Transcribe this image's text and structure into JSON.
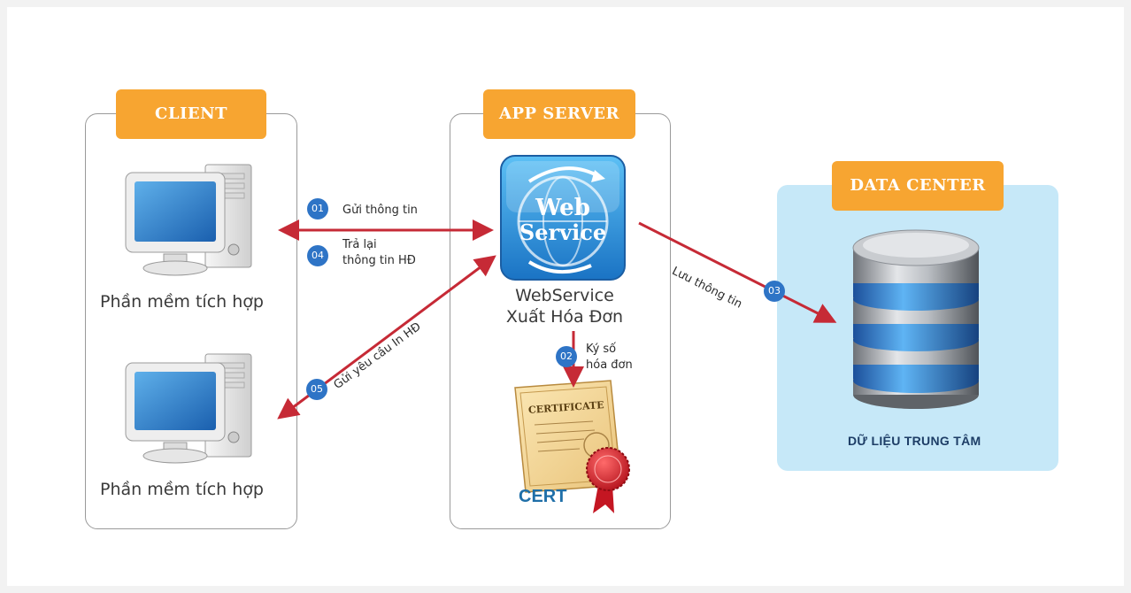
{
  "client": {
    "title": "CLIENT",
    "app1_label": "Phần mềm tích hợp",
    "app2_label": "Phần mềm tích hợp"
  },
  "app_server": {
    "title": "APP SERVER",
    "service_icon_text_line1": "Web",
    "service_icon_text_line2": "Service",
    "service_label_line1": "WebService",
    "service_label_line2": "Xuất Hóa Đơn",
    "cert_label": "CERT",
    "cert_heading": "CERTIFICATE"
  },
  "data_center": {
    "title": "DATA CENTER",
    "db_label": "DỮ LIỆU TRUNG TÂM"
  },
  "steps": [
    {
      "num": "01",
      "text": "Gửi thông tin"
    },
    {
      "num": "02",
      "text_line1": "Ký số",
      "text_line2": "hóa đơn"
    },
    {
      "num": "03",
      "text": "Lưu thông tin"
    },
    {
      "num": "04",
      "text_line1": "Trả lại",
      "text_line2": "thông tin HĐ"
    },
    {
      "num": "05",
      "text": "Gửi yêu cầu In HĐ"
    }
  ],
  "colors": {
    "tag_orange": "#f7a531",
    "arrow_red": "#c62a36",
    "step_blue": "#2e74c6",
    "datacenter_bg": "#c6e8f8"
  }
}
